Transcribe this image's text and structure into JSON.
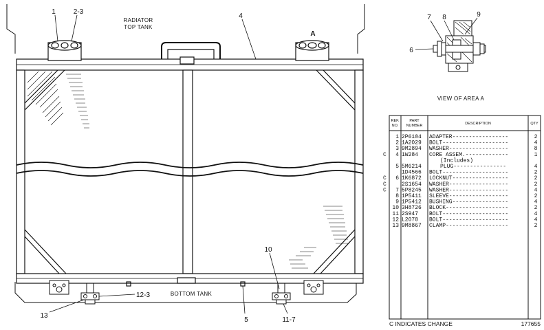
{
  "drawing": {
    "labels": {
      "top_tank": [
        "RADIATOR",
        "TOP TANK"
      ],
      "bottom_tank": "BOTTOM TANK",
      "area_letter": "A",
      "view_caption": "VIEW OF AREA A"
    },
    "callouts": {
      "c1": "1",
      "c2_3_top": "2-3",
      "c4": "4",
      "c7": "7",
      "c8": "8",
      "c9": "9",
      "c6": "6",
      "c10": "10",
      "c12_3": "12-3",
      "c13": "13",
      "c5": "5",
      "c11_7": "11-7"
    }
  },
  "parts_table": {
    "headers": {
      "ref": [
        "REF.",
        "NO."
      ],
      "part": [
        "PART",
        "NUMBER"
      ],
      "desc": "DESCRIPTION",
      "qty": "QTY"
    },
    "rows": [
      {
        "c": "",
        "ref": "1",
        "part": "2P6104",
        "desc": "ADAPTER-----------------",
        "qty": "2"
      },
      {
        "c": "",
        "ref": "2",
        "part": "1A2029",
        "desc": "BOLT--------------------",
        "qty": "4"
      },
      {
        "c": "",
        "ref": "3",
        "part": "9M2894",
        "desc": "WASHER------------------",
        "qty": "8"
      },
      {
        "c": "C",
        "ref": "4",
        "part": "1W284",
        "desc": "CORE ASSEM.-------------",
        "qty": "1"
      },
      {
        "c": "",
        "ref": "",
        "part": "",
        "desc": "(Includes)",
        "qty": ""
      },
      {
        "c": "",
        "ref": "5",
        "part": "5M6214",
        "desc": "PLUG----------------",
        "qty": "4"
      },
      {
        "c": "",
        "ref": "",
        "part": "1D4566",
        "desc": "BOLT--------------------",
        "qty": "2"
      },
      {
        "c": "C",
        "ref": "6",
        "part": "1K6872",
        "desc": "LOCKNUT-----------------",
        "qty": "2"
      },
      {
        "c": "C",
        "ref": "",
        "part": "2S1654",
        "desc": "WASHER------------------",
        "qty": "2"
      },
      {
        "c": "C",
        "ref": "7",
        "part": "5P8245",
        "desc": "WASHER------------------",
        "qty": "4"
      },
      {
        "c": "",
        "ref": "8",
        "part": "1P5411",
        "desc": "SLEEVE------------------",
        "qty": "2"
      },
      {
        "c": "",
        "ref": "9",
        "part": "1P5412",
        "desc": "BUSHING-----------------",
        "qty": "4"
      },
      {
        "c": "",
        "ref": "10",
        "part": "3H8726",
        "desc": "BLOCK-------------------",
        "qty": "2"
      },
      {
        "c": "",
        "ref": "11",
        "part": "2S947",
        "desc": "BOLT--------------------",
        "qty": "4"
      },
      {
        "c": "",
        "ref": "12",
        "part": "L2070",
        "desc": "BOLT--------------------",
        "qty": "4"
      },
      {
        "c": "",
        "ref": "13",
        "part": "9M8867",
        "desc": "CLAMP-------------------",
        "qty": "2"
      }
    ],
    "footer_note": "C INDICATES CHANGE",
    "drawing_number": "177655"
  }
}
